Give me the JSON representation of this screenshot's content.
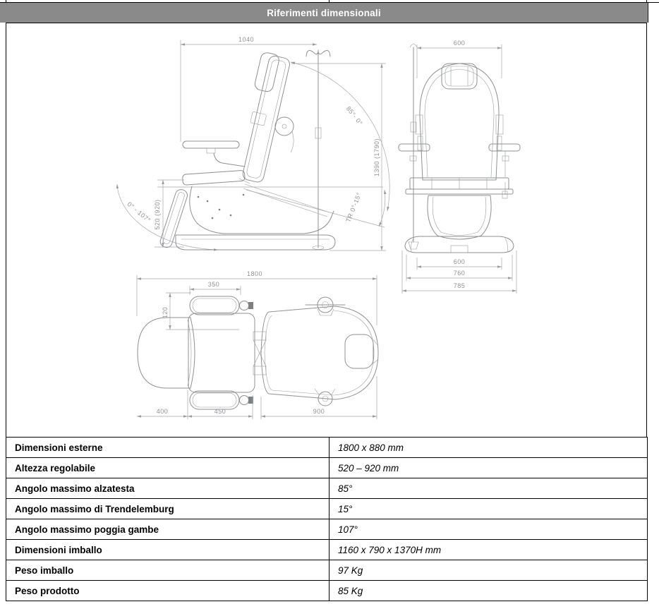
{
  "page": {
    "header_title": "Riferimenti dimensionali"
  },
  "colors": {
    "header_bg": "#8a8a8a",
    "header_text": "#ffffff",
    "table_border": "#000000",
    "drawing_line": "#8e9194",
    "drawing_dim_text": "#8f9295"
  },
  "drawing": {
    "side_view": {
      "overall_width": "1040",
      "height_range": "1390 (1790)",
      "seat_height_range": "520 (920)",
      "backrest_angle_range": "85°- 0°",
      "legrest_angle_range": "0° - 107°",
      "trendelenburg_range": "TR 0°-15°"
    },
    "front_view": {
      "backrest_width": "600",
      "base_width_inner": "600",
      "base_width_mid": "760",
      "base_width_outer": "785"
    },
    "top_view": {
      "overall_length": "1800",
      "armrest_length": "350",
      "armrest_offset": "120",
      "legrest_length": "400",
      "seat_length": "450",
      "backrest_length": "900"
    }
  },
  "spec_table": {
    "rows": [
      {
        "label": "Dimensioni esterne",
        "value": "1800 x 880 mm"
      },
      {
        "label": "Altezza regolabile",
        "value": "520 – 920 mm"
      },
      {
        "label": "Angolo massimo alzatesta",
        "value": "85°"
      },
      {
        "label": "Angolo massimo di Trendelemburg",
        "value": "15°"
      },
      {
        "label": "Angolo massimo poggia gambe",
        "value": "107°"
      },
      {
        "label": "Dimensioni imballo",
        "value": "1160 x 790 x 1370H mm"
      },
      {
        "label": "Peso imballo",
        "value": "97 Kg"
      },
      {
        "label": "Peso prodotto",
        "value": "85 Kg"
      }
    ]
  }
}
